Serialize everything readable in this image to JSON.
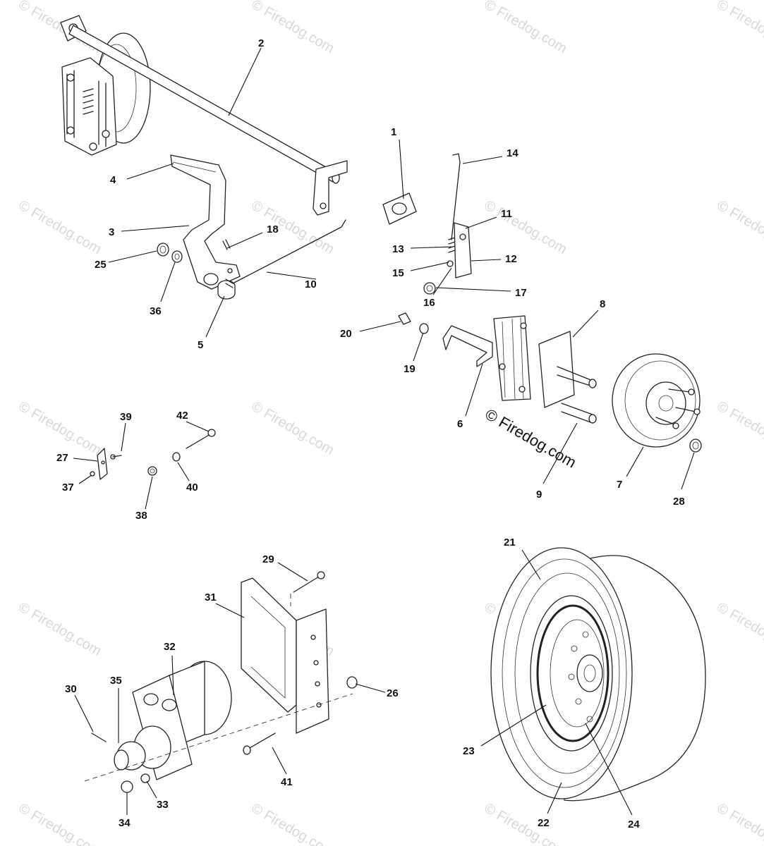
{
  "diagram": {
    "callouts": [
      "1",
      "2",
      "3",
      "4",
      "5",
      "6",
      "7",
      "8",
      "9",
      "10",
      "11",
      "12",
      "13",
      "14",
      "15",
      "16",
      "17",
      "18",
      "19",
      "20",
      "21",
      "22",
      "23",
      "24",
      "25",
      "26",
      "27",
      "28",
      "29",
      "30",
      "31",
      "32",
      "33",
      "34",
      "35",
      "36",
      "37",
      "38",
      "39",
      "40",
      "41",
      "42"
    ],
    "watermark_text": "© Firedog.com",
    "center_watermark_text": "© Firedog.com"
  }
}
